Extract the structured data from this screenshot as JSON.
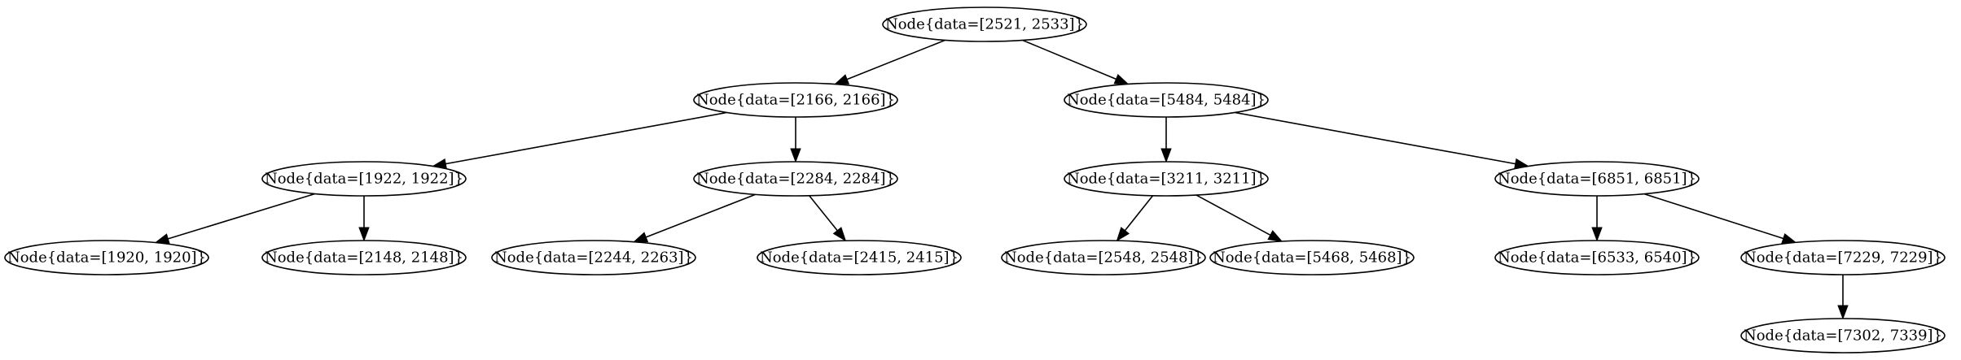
{
  "colors": {
    "stroke": "#000000",
    "background": "#ffffff"
  },
  "nodes": [
    {
      "id": "n2521",
      "label": "Node{data=[2521, 2533]}"
    },
    {
      "id": "n2166",
      "label": "Node{data=[2166, 2166]}"
    },
    {
      "id": "n5484",
      "label": "Node{data=[5484, 5484]}"
    },
    {
      "id": "n1922",
      "label": "Node{data=[1922, 1922]}"
    },
    {
      "id": "n2284",
      "label": "Node{data=[2284, 2284]}"
    },
    {
      "id": "n3211",
      "label": "Node{data=[3211, 3211]}"
    },
    {
      "id": "n6851",
      "label": "Node{data=[6851, 6851]}"
    },
    {
      "id": "n1920",
      "label": "Node{data=[1920, 1920]}"
    },
    {
      "id": "n2148",
      "label": "Node{data=[2148, 2148]}"
    },
    {
      "id": "n2244",
      "label": "Node{data=[2244, 2263]}"
    },
    {
      "id": "n2415",
      "label": "Node{data=[2415, 2415]}"
    },
    {
      "id": "n2548",
      "label": "Node{data=[2548, 2548]}"
    },
    {
      "id": "n5468",
      "label": "Node{data=[5468, 5468]}"
    },
    {
      "id": "n6533",
      "label": "Node{data=[6533, 6540]}"
    },
    {
      "id": "n7229",
      "label": "Node{data=[7229, 7229]}"
    },
    {
      "id": "n7302",
      "label": "Node{data=[7302, 7339]}"
    }
  ],
  "edges": [
    {
      "from": "n2521",
      "to": "n2166"
    },
    {
      "from": "n2521",
      "to": "n5484"
    },
    {
      "from": "n2166",
      "to": "n1922"
    },
    {
      "from": "n2166",
      "to": "n2284"
    },
    {
      "from": "n5484",
      "to": "n3211"
    },
    {
      "from": "n5484",
      "to": "n6851"
    },
    {
      "from": "n1922",
      "to": "n1920"
    },
    {
      "from": "n1922",
      "to": "n2148"
    },
    {
      "from": "n2284",
      "to": "n2244"
    },
    {
      "from": "n2284",
      "to": "n2415"
    },
    {
      "from": "n3211",
      "to": "n2548"
    },
    {
      "from": "n3211",
      "to": "n5468"
    },
    {
      "from": "n6851",
      "to": "n6533"
    },
    {
      "from": "n6851",
      "to": "n7229"
    },
    {
      "from": "n7229",
      "to": "n7302"
    }
  ]
}
